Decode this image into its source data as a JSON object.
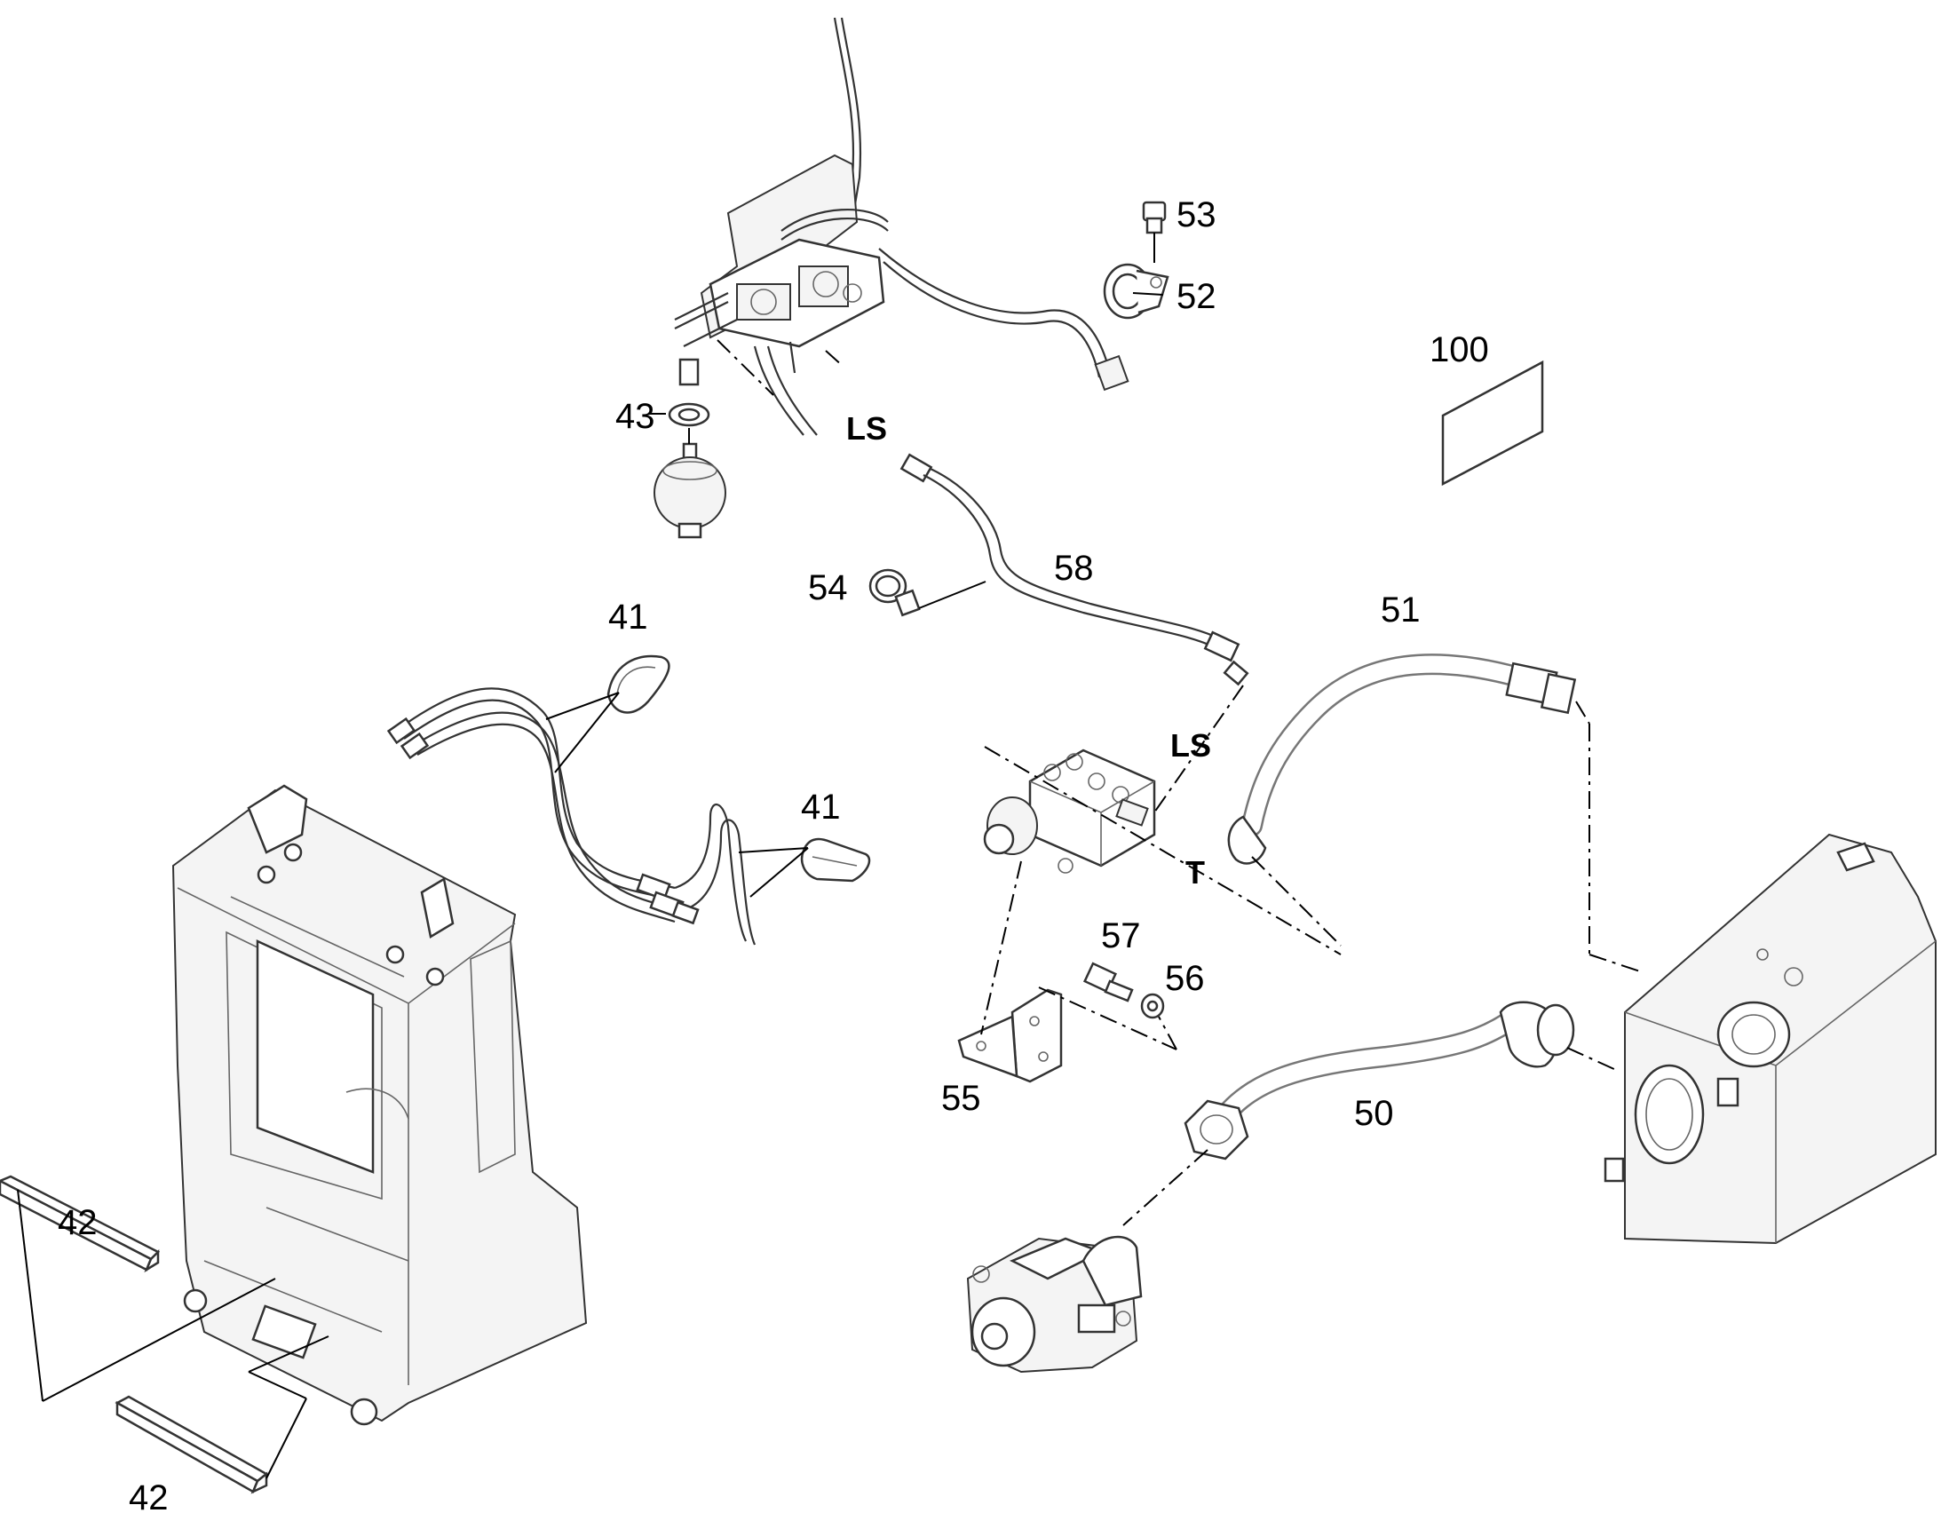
{
  "diagram": {
    "callouts": [
      {
        "id": "c53",
        "text": "53"
      },
      {
        "id": "c52",
        "text": "52"
      },
      {
        "id": "c100",
        "text": "100"
      },
      {
        "id": "c43",
        "text": "43"
      },
      {
        "id": "cLS1",
        "text": "LS"
      },
      {
        "id": "c58",
        "text": "58"
      },
      {
        "id": "c54",
        "text": "54"
      },
      {
        "id": "c41a",
        "text": "41"
      },
      {
        "id": "c51",
        "text": "51"
      },
      {
        "id": "cLS2",
        "text": "LS"
      },
      {
        "id": "c41b",
        "text": "41"
      },
      {
        "id": "cT",
        "text": "T"
      },
      {
        "id": "c57",
        "text": "57"
      },
      {
        "id": "c56",
        "text": "56"
      },
      {
        "id": "c55",
        "text": "55"
      },
      {
        "id": "c50",
        "text": "50"
      },
      {
        "id": "c42a",
        "text": "42"
      },
      {
        "id": "c42b",
        "text": "42"
      }
    ]
  }
}
